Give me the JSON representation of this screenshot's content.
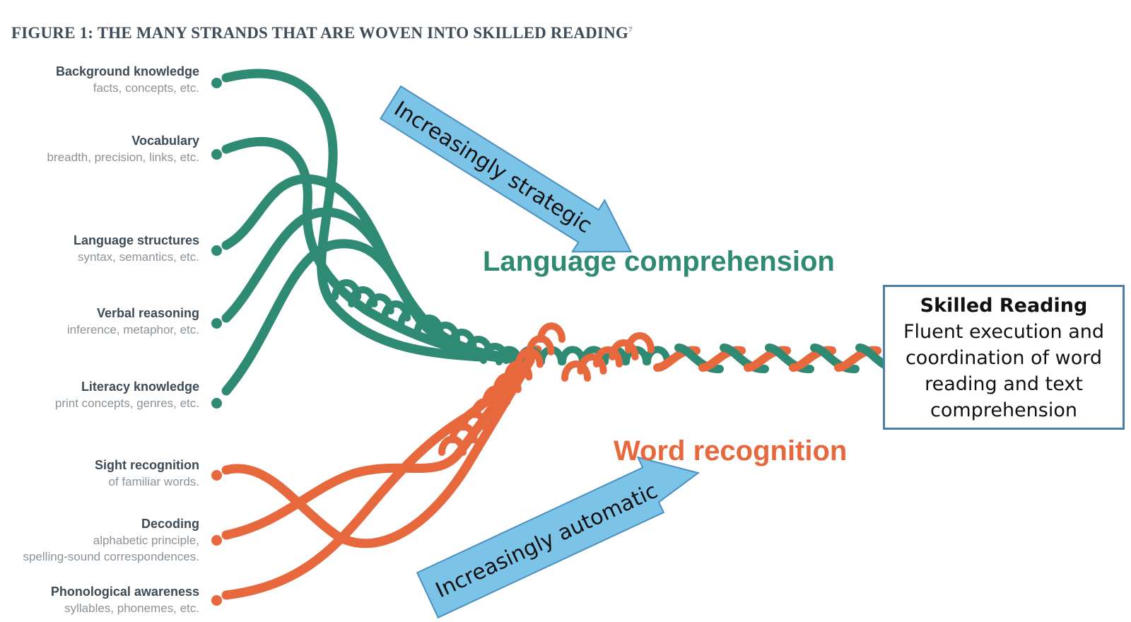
{
  "figure": {
    "title": "FIGURE 1: THE MANY STRANDS THAT ARE WOVEN INTO SKILLED READING",
    "footnote": "7"
  },
  "colors": {
    "language": "#2e8a73",
    "word": "#e6683c",
    "arrow_fill": "#7cc3e8",
    "arrow_stroke": "#4a90c0",
    "box_border": "#4e7fa6"
  },
  "strands": [
    {
      "group": "language",
      "title": "Background knowledge",
      "sub": "facts, concepts, etc."
    },
    {
      "group": "language",
      "title": "Vocabulary",
      "sub": "breadth, precision, links, etc."
    },
    {
      "group": "language",
      "title": "Language structures",
      "sub": "syntax, semantics, etc."
    },
    {
      "group": "language",
      "title": "Verbal reasoning",
      "sub": "inference, metaphor, etc."
    },
    {
      "group": "language",
      "title": "Literacy knowledge",
      "sub": "print concepts, genres, etc."
    },
    {
      "group": "word",
      "title": "Sight recognition",
      "sub": "of familiar words."
    },
    {
      "group": "word",
      "title": "Decoding",
      "sub": "alphabetic principle,",
      "sub2": "spelling-sound correspondences."
    },
    {
      "group": "word",
      "title": "Phonological awareness",
      "sub": "syllables, phonemes, etc."
    }
  ],
  "groups": {
    "language_label": "Language comprehension",
    "word_label": "Word recognition"
  },
  "arrows": {
    "strategic": "Increasingly strategic",
    "automatic": "Increasingly automatic"
  },
  "result_box": {
    "title": "Skilled Reading",
    "lines": [
      "Fluent execution and",
      "coordination of word",
      "reading and text",
      "comprehension"
    ]
  }
}
